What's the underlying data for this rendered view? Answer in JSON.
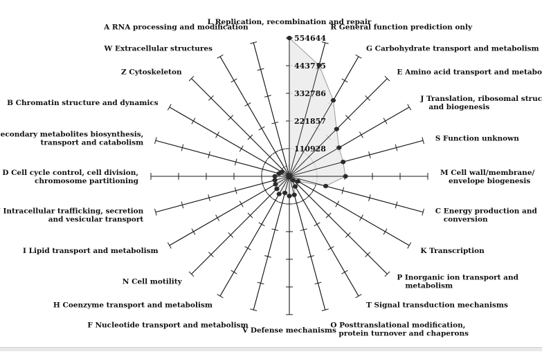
{
  "chart_data": {
    "type": "radar",
    "r_max": 554644,
    "tick_values": [
      110928,
      221857,
      332786,
      443715,
      554644
    ],
    "tick_labels": [
      "110928",
      "221857",
      "332786",
      "443715",
      "554644"
    ],
    "categories": [
      "L Replication, recombination and repair",
      "R General function prediction only",
      "G Carbohydrate transport and metabolism",
      "E Amino acid transport and metabolism",
      "J Translation, ribosomal structure\nand biogenesis",
      "S Function unknown",
      "M Cell wall/membrane/\nenvelope biogenesis",
      "C Energy production and\nconversion",
      "K Transcription",
      "P Inorganic ion transport and\nmetabolism",
      "T Signal transduction mechanisms",
      "O Posttranslational modification,\nprotein turnover and chaperons",
      "V Defense mechanisms",
      "F Nucleotide transport and metabolism",
      "H Coenzyme transport and metabolism",
      "N Cell motility",
      "I Lipid transport and metabolism",
      "U Intracellular trafficking, secretion\nand vesicular transport",
      "D Cell cycle control, cell division,\nchromosome partitioning",
      "Q Secondary metabolites biosynthesis,\ntransport and catabolism",
      "B Chromatin structure and dynamics",
      "Z Cytoskeleton",
      "W Extracellular structures",
      "A RNA processing and modification"
    ],
    "series": [
      {
        "values": [
          554644,
          461000,
          352000,
          268000,
          230000,
          223000,
          225000,
          151000,
          40000,
          22000,
          47000,
          77000,
          79000,
          69000,
          82000,
          71000,
          64000,
          60000,
          58000,
          43000,
          35000,
          3000,
          2000,
          3000
        ]
      }
    ],
    "grid": true,
    "colors": {
      "fill": "#ebebeb",
      "line": "#9a9a9a",
      "marker": "#2b2b2b",
      "axis": "#1a1a1a"
    }
  }
}
